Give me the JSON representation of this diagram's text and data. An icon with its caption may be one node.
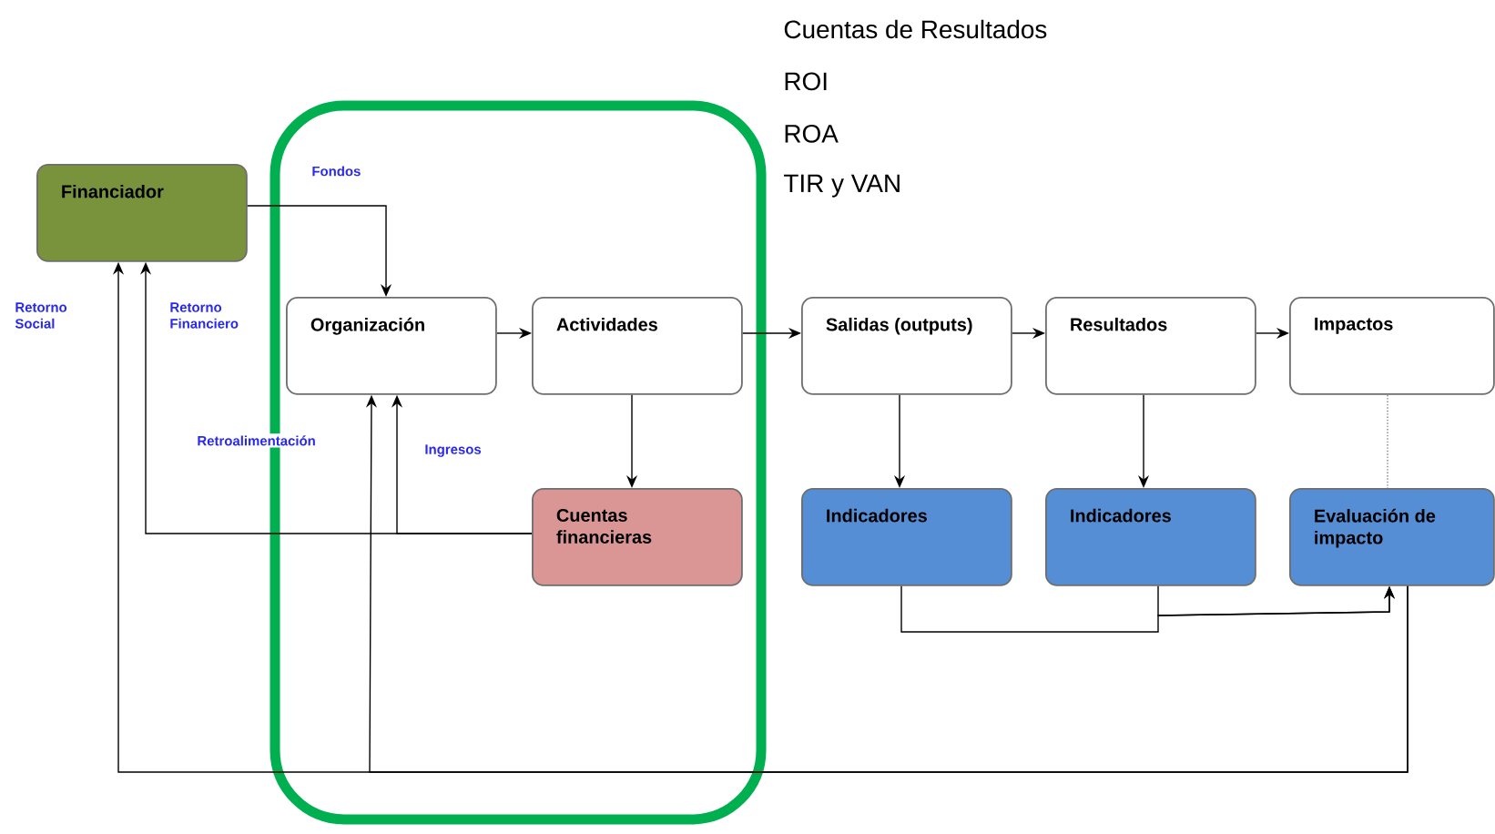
{
  "diagram": {
    "nodes": [
      {
        "text": [
          "Financiador"
        ]
      },
      {
        "text": [
          "Organización"
        ]
      },
      {
        "text": [
          "Actividades"
        ]
      },
      {
        "text": [
          "Cuentas financieras"
        ]
      },
      {
        "text": [
          "Salidas (outputs)"
        ]
      },
      {
        "text": [
          "Resultados"
        ]
      },
      {
        "text": [
          "Impactos"
        ]
      },
      {
        "text": [
          "Indicadores"
        ]
      },
      {
        "text": [
          "Indicadores"
        ]
      },
      {
        "text": [
          "Evaluación de impacto"
        ]
      }
    ],
    "edges": [
      {
        "from": 0,
        "to": 1,
        "arrow": "to",
        "label": "Fondos"
      },
      {
        "from": 1,
        "to": 2,
        "arrow": "to"
      },
      {
        "from": 2,
        "to": 3,
        "arrow": "to"
      },
      {
        "from": 2,
        "to": 4,
        "arrow": "to"
      },
      {
        "from": 4,
        "to": 5,
        "arrow": "to"
      },
      {
        "from": 5,
        "to": 6,
        "arrow": "to"
      },
      {
        "from": 4,
        "to": 7,
        "arrow": "to"
      },
      {
        "from": 5,
        "to": 8,
        "arrow": "to"
      },
      {
        "from": 6,
        "to": 9,
        "arrow": "none",
        "style": "dashed",
        "color": "#808080"
      },
      {
        "from": 3,
        "to": 0,
        "arrow": "to",
        "label": "Retorno Financiero"
      },
      {
        "from": 3,
        "to": 1,
        "arrow": "to",
        "label": "Ingresos"
      },
      {
        "from": 9,
        "to": 0,
        "arrow": "to",
        "label": "Retorno Social"
      },
      {
        "from": 9,
        "to": 1,
        "arrow": "to",
        "label": "Retroalimentación"
      },
      {
        "from": 7,
        "to": 9,
        "arrow": "to"
      },
      {
        "from": 8,
        "to": 9,
        "arrow": "to"
      }
    ],
    "labels": [
      "Cuentas de Resultados",
      "ROI",
      "ROA",
      "TIR y VAN"
    ]
  }
}
